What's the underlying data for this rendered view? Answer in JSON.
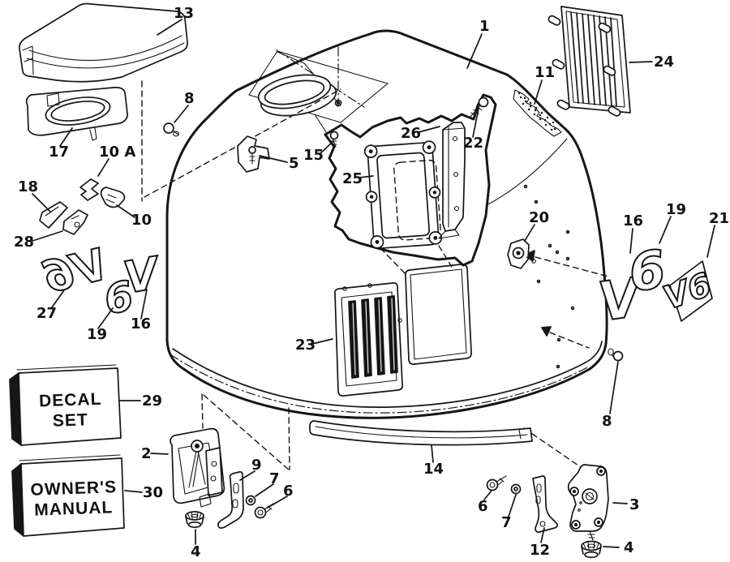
{
  "figure": {
    "description": "Exploded parts diagram of an outboard motor engine cover",
    "ink_color": "#161616",
    "paper_color": "#ffffff"
  },
  "part_labels": [
    {
      "part": "13",
      "text": "13"
    },
    {
      "part": "1",
      "text": "1"
    },
    {
      "part": "24",
      "text": "24"
    },
    {
      "part": "11",
      "text": "11"
    },
    {
      "part": "8-top",
      "text": "8"
    },
    {
      "part": "26",
      "text": "26"
    },
    {
      "part": "22",
      "text": "22"
    },
    {
      "part": "15",
      "text": "15"
    },
    {
      "part": "5",
      "text": "5"
    },
    {
      "part": "25",
      "text": "25"
    },
    {
      "part": "17",
      "text": "17"
    },
    {
      "part": "10A",
      "text": "10 A"
    },
    {
      "part": "18",
      "text": "18"
    },
    {
      "part": "10",
      "text": "10"
    },
    {
      "part": "28",
      "text": "28"
    },
    {
      "part": "20",
      "text": "20"
    },
    {
      "part": "16-right",
      "text": "16"
    },
    {
      "part": "19-right",
      "text": "19"
    },
    {
      "part": "21",
      "text": "21"
    },
    {
      "part": "27",
      "text": "27"
    },
    {
      "part": "19-left",
      "text": "19"
    },
    {
      "part": "16-left",
      "text": "16"
    },
    {
      "part": "23",
      "text": "23"
    },
    {
      "part": "29",
      "text": "29"
    },
    {
      "part": "2",
      "text": "2"
    },
    {
      "part": "9",
      "text": "9"
    },
    {
      "part": "7-left",
      "text": "7"
    },
    {
      "part": "6-left",
      "text": "6"
    },
    {
      "part": "4-left",
      "text": "4"
    },
    {
      "part": "14",
      "text": "14"
    },
    {
      "part": "30",
      "text": "30"
    },
    {
      "part": "6-right",
      "text": "6"
    },
    {
      "part": "7-right",
      "text": "7"
    },
    {
      "part": "12",
      "text": "12"
    },
    {
      "part": "3",
      "text": "3"
    },
    {
      "part": "4-right",
      "text": "4"
    },
    {
      "part": "8-bottom",
      "text": "8"
    }
  ],
  "boxes": {
    "decal_set": {
      "line1": "DECAL",
      "line2": "SET"
    },
    "owners_manual": {
      "line1": "OWNER'S",
      "line2": "MANUAL"
    }
  },
  "emblems": {
    "left_back_v6": "V6",
    "left_six": "6",
    "left_vee": "V",
    "right_vee": "V",
    "right_six": "6",
    "right_decal_v6": "V6"
  }
}
